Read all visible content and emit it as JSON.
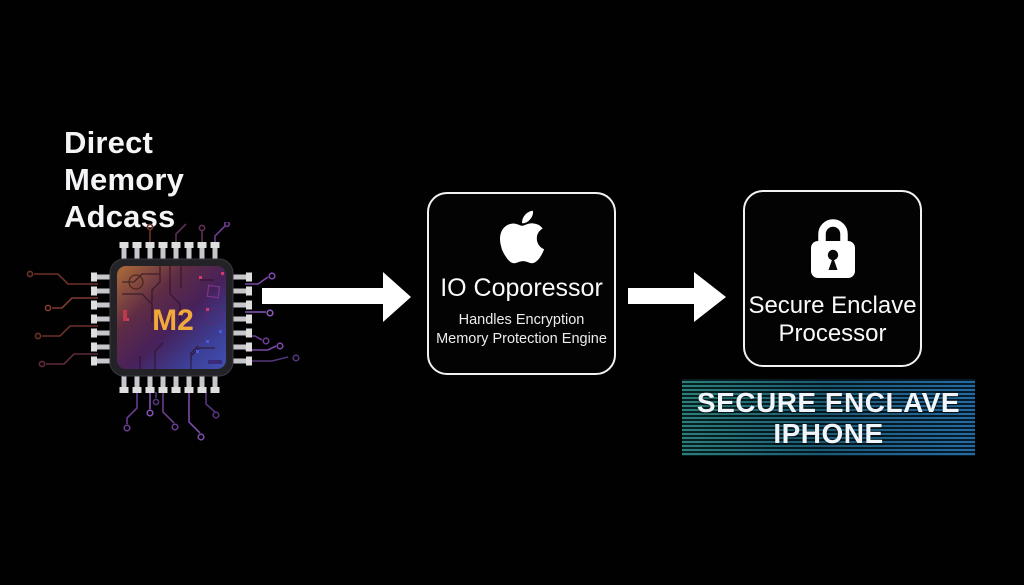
{
  "heading": {
    "lines": [
      "Direct",
      "Memory",
      "Adcass"
    ]
  },
  "chip": {
    "label": "M2",
    "label_color": "#f2a93b"
  },
  "flow": {
    "arrow_color": "#ffffff",
    "direction": "right"
  },
  "nodes": [
    {
      "id": "io-coprocessor",
      "icon": "apple-icon",
      "title": "IO Coporessor",
      "subtitle_lines": [
        "Handles Encryption",
        "Memory Protection Engine"
      ]
    },
    {
      "id": "secure-enclave-processor",
      "icon": "lock-icon",
      "title_lines": [
        "Secure Enclave",
        "Processor"
      ]
    }
  ],
  "banner": {
    "lines": [
      "SECURE ENCLAVE",
      "IPHONE"
    ],
    "gradient_left": "#237a70",
    "gradient_right": "#1d63a0",
    "scanline_color": "#02080c"
  },
  "colors": {
    "background": "#010101",
    "heading_text": "#f5f5f7",
    "box_border": "#f2f2f2",
    "chip_gradient": [
      "#ad6c38",
      "#5e2c44",
      "#47215a",
      "#3c3f96",
      "#4150b4"
    ],
    "trace_red": "#6e3129",
    "trace_purple": "#7b49a8",
    "pin_gray": "#c7c7cb"
  }
}
